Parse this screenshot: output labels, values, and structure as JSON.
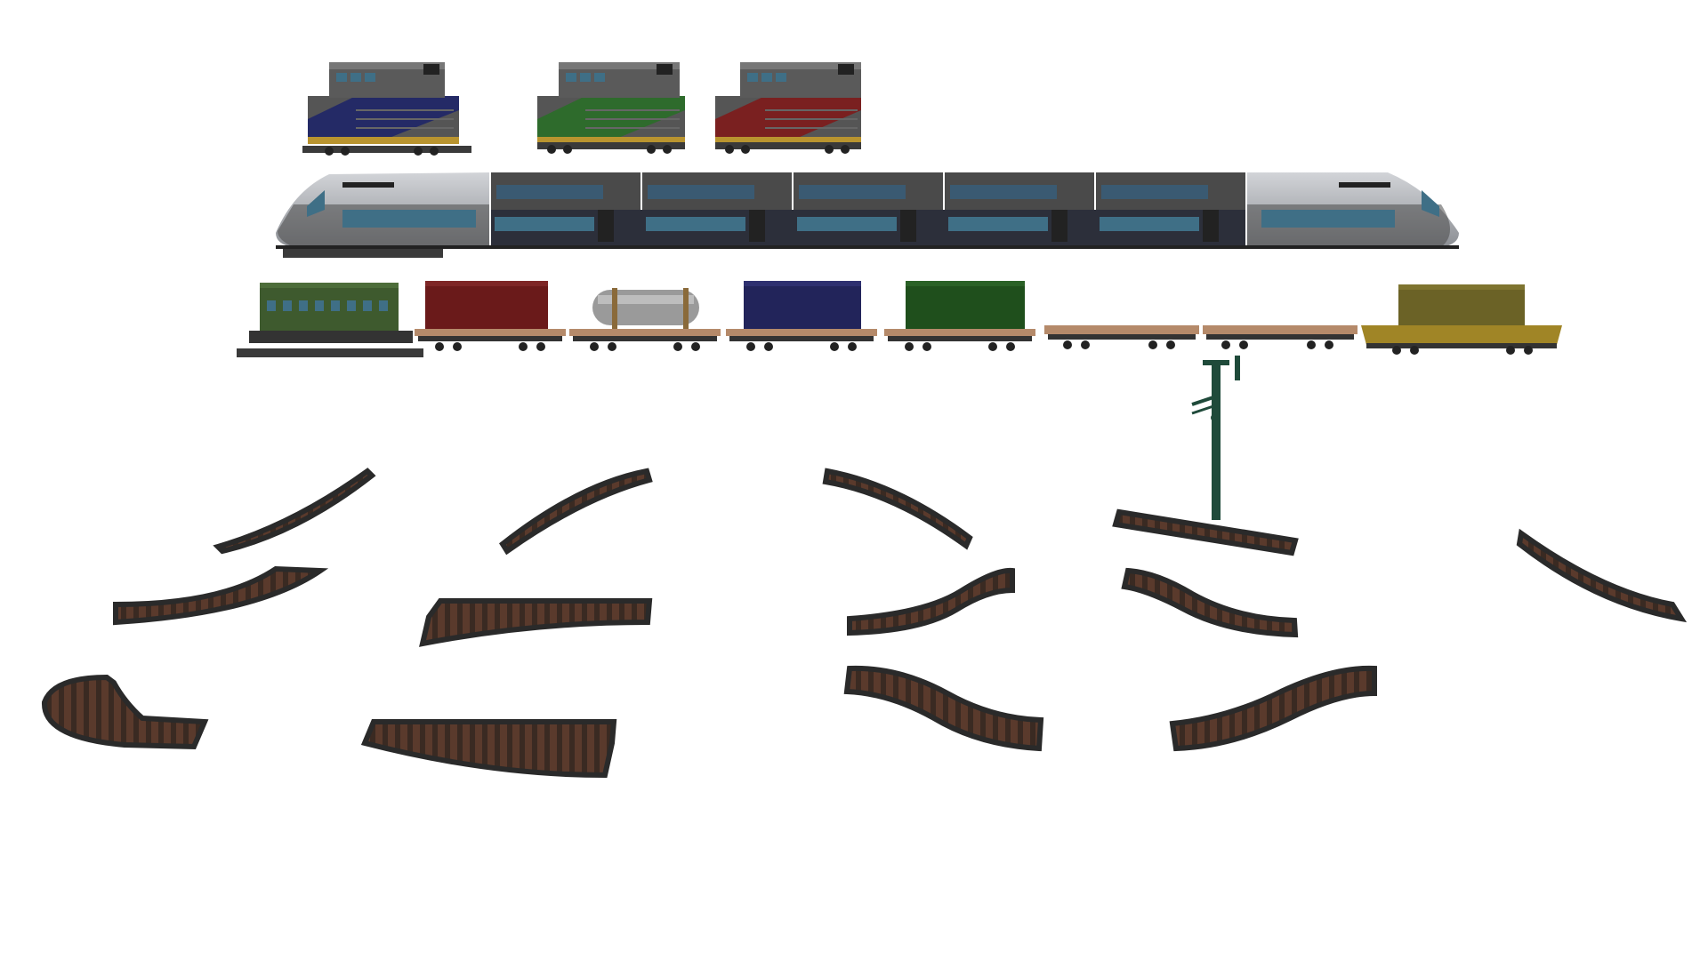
{
  "scene": {
    "background": "#ffffff",
    "rail_color": "#3b3b3b",
    "tie_color": "#5a3a2c",
    "ballast_color": "#2a2a2a"
  },
  "locomotives": [
    {
      "id": "diesel-loco-blue",
      "accent": "#242a66",
      "band": "#b9942f",
      "body": "#555555"
    },
    {
      "id": "diesel-loco-green",
      "accent": "#2e6b2c",
      "band": "#b9942f",
      "body": "#555555"
    },
    {
      "id": "diesel-loco-red",
      "accent": "#7a2020",
      "band": "#b9942f",
      "body": "#555555"
    }
  ],
  "high_speed_train": {
    "id": "high-speed-train",
    "body": "#4a4a4a",
    "nose": "#b9bcc0",
    "window": "#3f6f86",
    "middle_cars": 5
  },
  "freight_train": [
    {
      "kind": "passenger-coach",
      "color": "#3e5a2e"
    },
    {
      "kind": "boxcar",
      "color": "#6a1a1a"
    },
    {
      "kind": "tank-car",
      "color": "#9a9a9a"
    },
    {
      "kind": "boxcar",
      "color": "#22245a"
    },
    {
      "kind": "boxcar",
      "color": "#1f4f1c"
    },
    {
      "kind": "flatcar",
      "color": "#b58a6a"
    },
    {
      "kind": "flatcar",
      "color": "#b58a6a"
    },
    {
      "kind": "gondola-with-container",
      "color": "#6b6226"
    }
  ],
  "catenary_pole": {
    "id": "catenary-pole",
    "color": "#1f4a3a"
  },
  "track_pieces": [
    {
      "id": "track-curve-gentle-left"
    },
    {
      "id": "track-curve-gentle-right"
    },
    {
      "id": "track-curve-gentle-down"
    },
    {
      "id": "track-straight-with-pole"
    },
    {
      "id": "track-slope-down-right"
    },
    {
      "id": "track-curve-wide"
    },
    {
      "id": "track-switch-double"
    },
    {
      "id": "track-s-curve-right"
    },
    {
      "id": "track-s-curve-left"
    },
    {
      "id": "track-curve-tight"
    },
    {
      "id": "track-switch-wide"
    },
    {
      "id": "track-s-curve-wide-right"
    },
    {
      "id": "track-s-curve-wide-left"
    }
  ]
}
